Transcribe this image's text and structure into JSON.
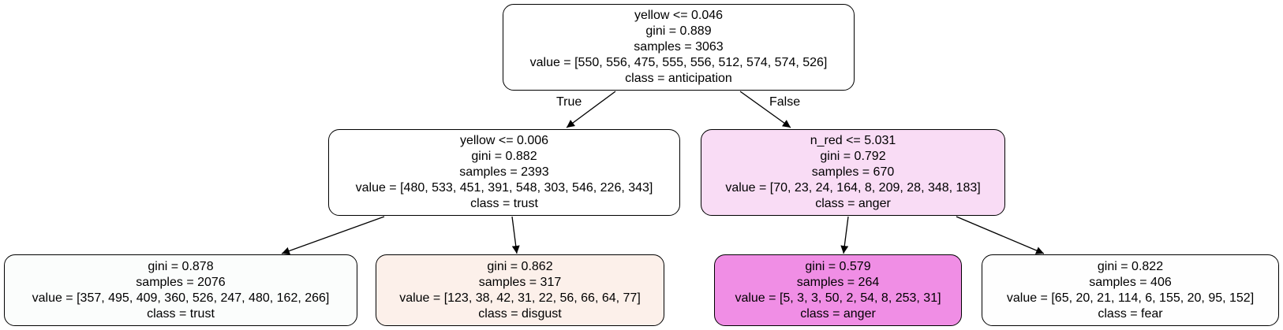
{
  "tree": {
    "root": {
      "split": "yellow <= 0.046",
      "gini": "gini = 0.889",
      "samples": "samples = 3063",
      "value": "value = [550, 556, 475, 555, 556, 512, 574, 574, 526]",
      "class": "class = anticipation",
      "fill": "#ffffff"
    },
    "left": {
      "split": "yellow <= 0.006",
      "gini": "gini = 0.882",
      "samples": "samples = 2393",
      "value": "value = [480, 533, 451, 391, 548, 303, 546, 226, 343]",
      "class": "class = trust",
      "fill": "#ffffff"
    },
    "right": {
      "split": "n_red <= 5.031",
      "gini": "gini = 0.792",
      "samples": "samples = 670",
      "value": "value = [70, 23, 24, 164, 8, 209, 28, 348, 183]",
      "class": "class = anger",
      "fill": "#f9dcf5"
    },
    "left_left": {
      "gini": "gini = 0.878",
      "samples": "samples = 2076",
      "value": "value = [357, 495, 409, 360, 526, 247, 480, 162, 266]",
      "class": "class = trust",
      "fill": "#fbfdfc"
    },
    "left_right": {
      "gini": "gini = 0.862",
      "samples": "samples = 317",
      "value": "value = [123, 38, 42, 31, 22, 56, 66, 64, 77]",
      "class": "class = disgust",
      "fill": "#fcf0ea"
    },
    "right_left": {
      "gini": "gini = 0.579",
      "samples": "samples = 264",
      "value": "value = [5, 3, 3, 50, 2, 54, 8, 253, 31]",
      "class": "class = anger",
      "fill": "#f08ee5"
    },
    "right_right": {
      "gini": "gini = 0.822",
      "samples": "samples = 406",
      "value": "value = [65, 20, 21, 114, 6, 155, 20, 95, 152]",
      "class": "class = fear",
      "fill": "#fefefe"
    }
  },
  "edge_labels": {
    "true": "True",
    "false": "False"
  }
}
